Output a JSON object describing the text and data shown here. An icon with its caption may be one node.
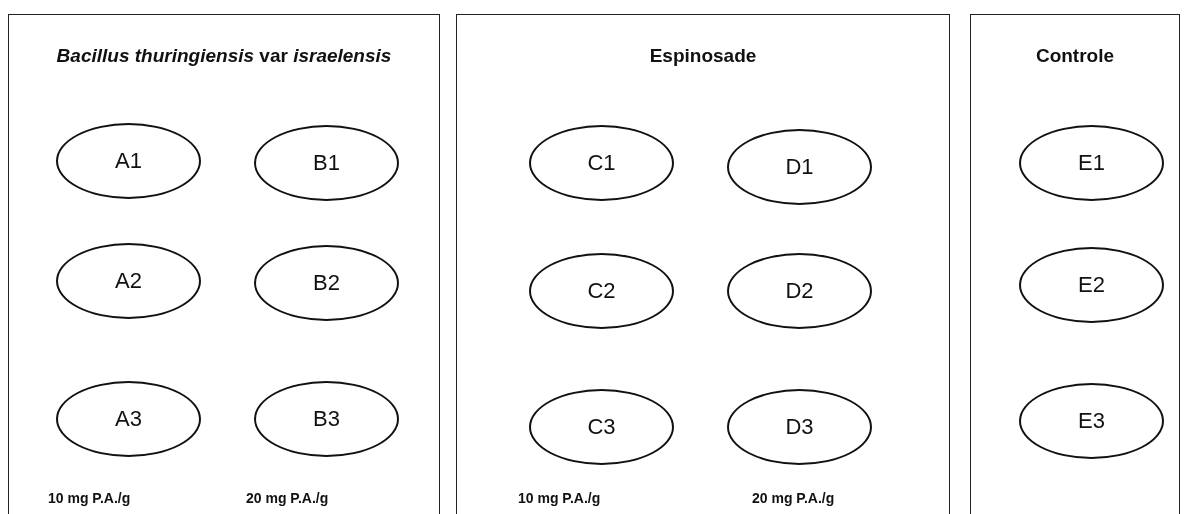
{
  "diagram": {
    "nodes": [
      {
        "text": [
          "*Bacillus thuringiensis* var *israelensis*"
        ]
      },
      {
        "text": [
          "A1"
        ],
        "in": 0
      },
      {
        "text": [
          "B1"
        ],
        "in": 0
      },
      {
        "text": [
          "A2"
        ],
        "in": 0
      },
      {
        "text": [
          "B2"
        ],
        "in": 0
      },
      {
        "text": [
          "A3"
        ],
        "in": 0
      },
      {
        "text": [
          "B3"
        ],
        "in": 0
      },
      {
        "text": [
          "Espinosade"
        ]
      },
      {
        "text": [
          "C1"
        ],
        "in": 7
      },
      {
        "text": [
          "D1"
        ],
        "in": 7
      },
      {
        "text": [
          "C2"
        ],
        "in": 7
      },
      {
        "text": [
          "D2"
        ],
        "in": 7
      },
      {
        "text": [
          "C3"
        ],
        "in": 7
      },
      {
        "text": [
          "D3"
        ],
        "in": 7
      },
      {
        "text": [
          "Controle"
        ]
      },
      {
        "text": [
          "E1"
        ],
        "in": 14
      },
      {
        "text": [
          "E2"
        ],
        "in": 14
      },
      {
        "text": [
          "E3"
        ],
        "in": 14
      }
    ],
    "edges": [],
    "labels": [
      "10 mg P.A./g",
      "20 mg P.A./g",
      "10 mg P.A./g",
      "20 mg P.A./g"
    ]
  }
}
